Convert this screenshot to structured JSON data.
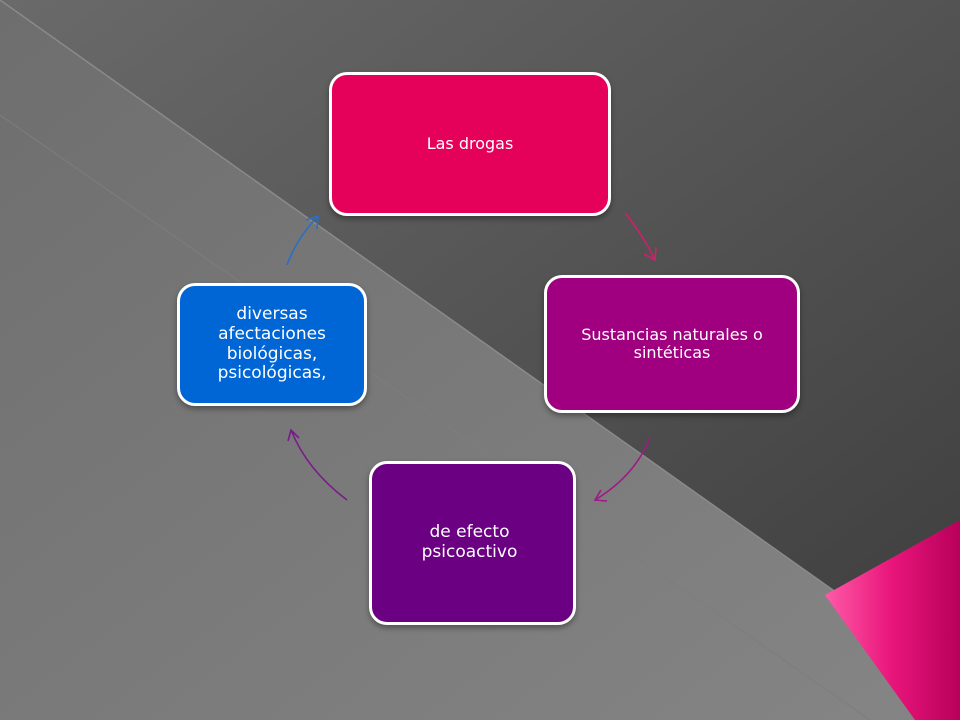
{
  "diagram": {
    "nodes": [
      {
        "id": "node-1",
        "label": "Las drogas",
        "color": "#e5005a"
      },
      {
        "id": "node-2",
        "label": "Sustancias naturales o sintéticas",
        "color": "#a0007f"
      },
      {
        "id": "node-3",
        "label": "de efecto psicoactivo",
        "color": "#6b0082"
      },
      {
        "id": "node-4",
        "label": "diversas afectaciones biológicas, psicológicas,",
        "color": "#0066d6"
      }
    ],
    "arrow_colors": [
      "#d0206a",
      "#a01a85",
      "#7a1a8a",
      "#2a6fc8"
    ]
  },
  "theme": {
    "background_dark": "#454545",
    "background_light": "#7a7a7a",
    "accent": "#e8157a"
  }
}
